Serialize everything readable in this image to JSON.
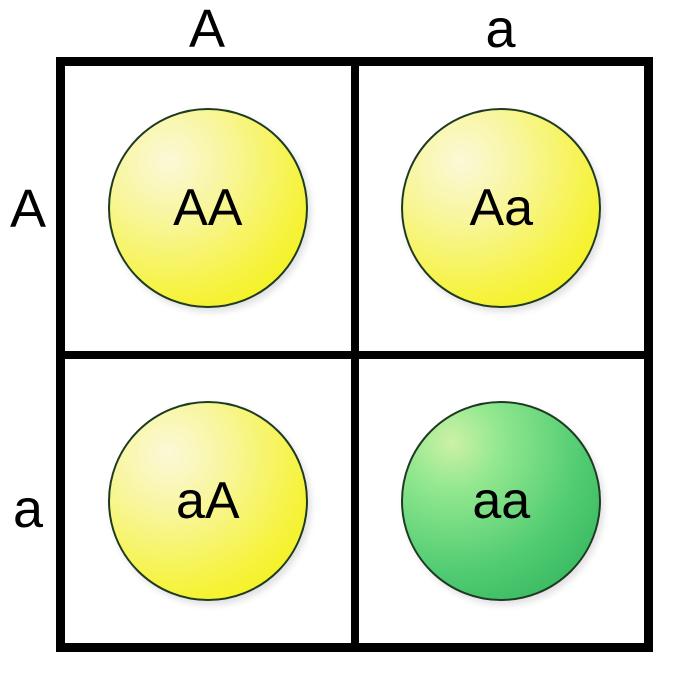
{
  "diagram": {
    "type": "punnett-square",
    "col_headers": [
      "A",
      "a"
    ],
    "row_headers": [
      "A",
      "a"
    ],
    "cells": [
      {
        "row": "A",
        "col": "A",
        "genotype": "AA",
        "phenotype": "yellow"
      },
      {
        "row": "A",
        "col": "a",
        "genotype": "Aa",
        "phenotype": "yellow"
      },
      {
        "row": "a",
        "col": "A",
        "genotype": "aA",
        "phenotype": "yellow"
      },
      {
        "row": "a",
        "col": "a",
        "genotype": "aa",
        "phenotype": "green"
      }
    ]
  },
  "colors": {
    "background": "#ffffff",
    "grid_border": "#000000",
    "text": "#000000",
    "circle_outline": "#1f3a22",
    "yellow_highlight": "#fbf9d8",
    "yellow_base": "#f3f002",
    "green_highlight": "#cdf1a6",
    "green_base": "#2aaf57"
  }
}
